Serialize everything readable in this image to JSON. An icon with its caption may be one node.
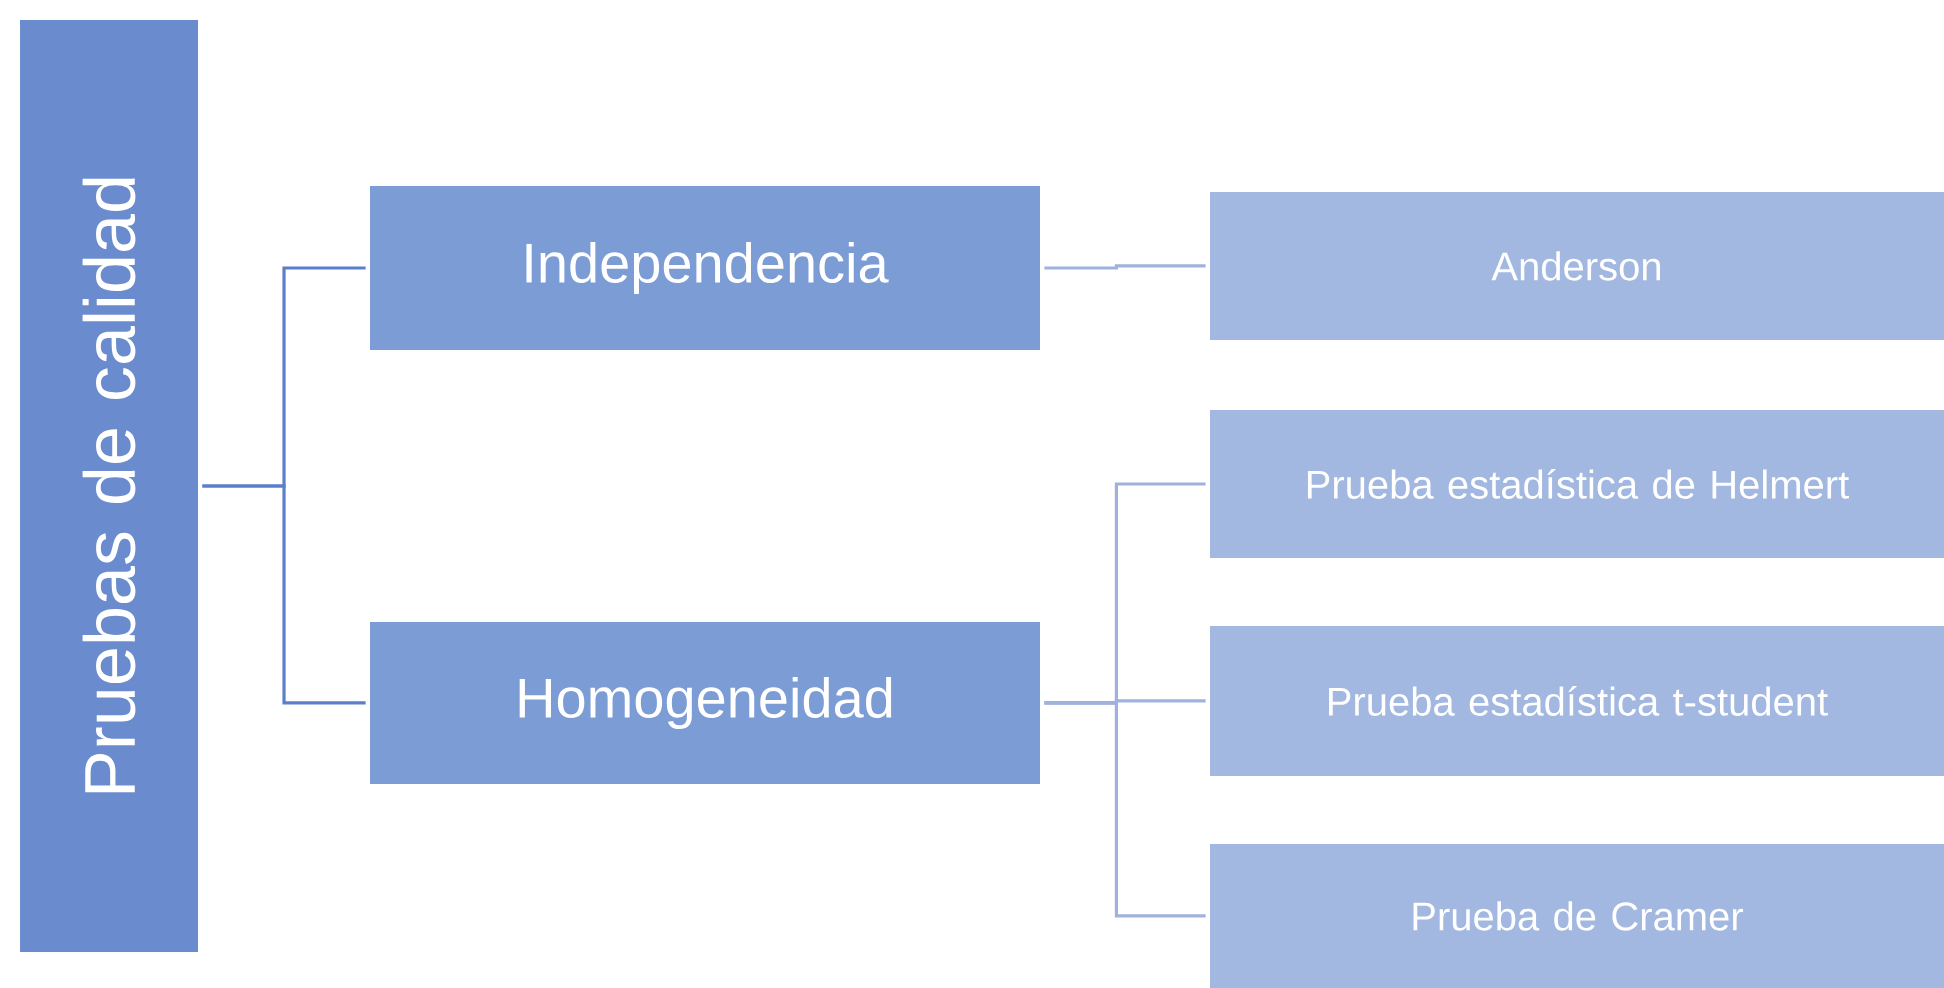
{
  "diagram": {
    "nodes": [
      {
        "text": [
          "Pruebas de calidad"
        ]
      },
      {
        "text": [
          "Independencia"
        ]
      },
      {
        "text": [
          "Homogeneidad"
        ]
      },
      {
        "text": [
          "Anderson"
        ]
      },
      {
        "text": [
          "Prueba estadística de Helmert"
        ]
      },
      {
        "text": [
          "Prueba estadística t-student"
        ]
      },
      {
        "text": [
          "Prueba de Cramer"
        ]
      }
    ],
    "edges": [
      {
        "from": 0,
        "to": 1,
        "arrow": "none",
        "color": "#5b7fcc"
      },
      {
        "from": 0,
        "to": 2,
        "arrow": "none",
        "color": "#5b7fcc"
      },
      {
        "from": 1,
        "to": 3,
        "arrow": "none"
      },
      {
        "from": 2,
        "to": 4,
        "arrow": "none"
      },
      {
        "from": 2,
        "to": 5,
        "arrow": "none"
      },
      {
        "from": 2,
        "to": 6,
        "arrow": "none"
      }
    ]
  }
}
